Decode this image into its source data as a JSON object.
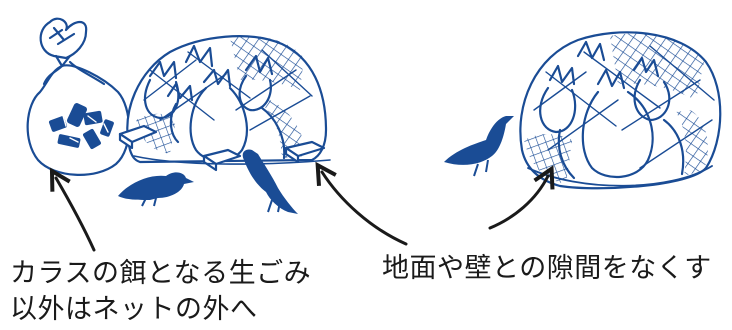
{
  "captions": {
    "left_line1": "カラスの餌となる生ごみ",
    "left_line2": "以外はネットの外へ",
    "right": "地面や壁との隙間をなくす"
  },
  "colors": {
    "ink": "#1a4c95",
    "fill": "#2a5ca8",
    "arrow": "#1a1a1a",
    "text": "#1a1a1a"
  }
}
